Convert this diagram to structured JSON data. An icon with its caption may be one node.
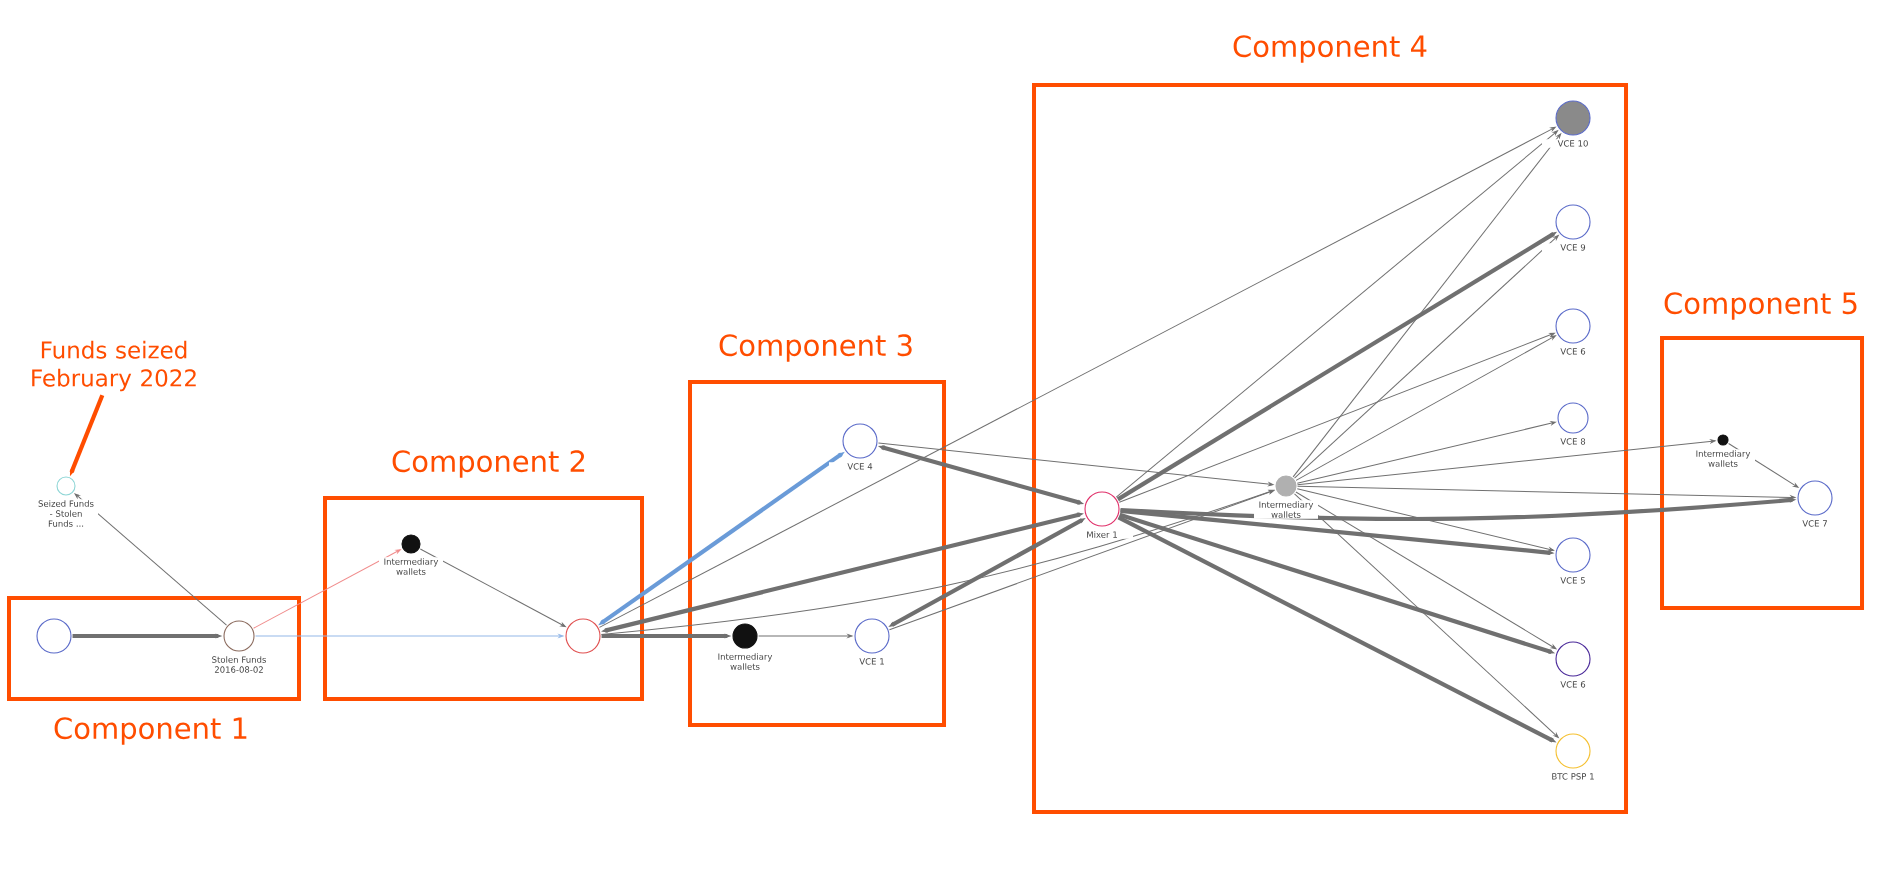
{
  "diagram": {
    "nodes": [
      {
        "text": [
          "Funds seized February 2022"
        ]
      },
      {
        "text": [
          "Seized Funds - Stolen Funds ..."
        ]
      },
      {
        "text": [
          "Component 1"
        ]
      },
      {
        "text": [],
        "shape": "circle",
        "in": 2
      },
      {
        "text": [
          "Stolen Funds 2016-08-02"
        ],
        "in": 2
      },
      {
        "text": [
          "Component 2"
        ]
      },
      {
        "text": [
          "Intermediary wallets"
        ],
        "in": 5
      },
      {
        "text": [],
        "shape": "circle",
        "in": 5
      },
      {
        "text": [
          "Component 3"
        ]
      },
      {
        "text": [
          "VCE 4"
        ],
        "in": 8
      },
      {
        "text": [
          "Intermediary wallets"
        ],
        "in": 8
      },
      {
        "text": [
          "VCE 1"
        ],
        "in": 8
      },
      {
        "text": [
          "Component 4"
        ]
      },
      {
        "text": [
          "Mixer 1"
        ],
        "in": 12
      },
      {
        "text": [
          "Intermediary wallets"
        ],
        "in": 12
      },
      {
        "text": [
          "VCE 10"
        ],
        "in": 12
      },
      {
        "text": [
          "VCE 9"
        ],
        "in": 12
      },
      {
        "text": [
          "VCE 6"
        ],
        "in": 12
      },
      {
        "text": [
          "VCE 8"
        ],
        "in": 12
      },
      {
        "text": [
          "VCE 5"
        ],
        "in": 12
      },
      {
        "text": [
          "VCE 6"
        ],
        "in": 12
      },
      {
        "text": [
          "BTC PSP 1"
        ],
        "in": 12
      },
      {
        "text": [
          "Component 5"
        ]
      },
      {
        "text": [
          "Intermediary wallets"
        ],
        "in": 22
      },
      {
        "text": [
          "VCE 7"
        ],
        "in": 22
      }
    ],
    "edges": [
      {
        "from": 0,
        "to": 1,
        "arrow": "to",
        "style": "thick",
        "color": "#ff4d00"
      },
      {
        "from": 3,
        "to": 4,
        "arrow": "to",
        "style": "thick"
      },
      {
        "from": 4,
        "to": 1,
        "arrow": "to"
      },
      {
        "from": 4,
        "to": 6,
        "arrow": "to",
        "color": "#f08c8c"
      },
      {
        "from": 4,
        "to": 7,
        "arrow": "to",
        "color": "#94b8e8"
      },
      {
        "from": 6,
        "to": 7,
        "arrow": "to"
      },
      {
        "from": 7,
        "to": 9,
        "arrow": "both",
        "style": "thick",
        "color": "#6a9bd8"
      },
      {
        "from": 7,
        "to": 10,
        "arrow": "to",
        "style": "thick"
      },
      {
        "from": 10,
        "to": 11,
        "arrow": "to"
      },
      {
        "from": 7,
        "to": 13,
        "arrow": "both",
        "style": "thick"
      },
      {
        "from": 7,
        "to": 14,
        "arrow": "to"
      },
      {
        "from": 7,
        "to": 15,
        "arrow": "to"
      },
      {
        "from": 13,
        "to": 9,
        "arrow": "both",
        "style": "thick"
      },
      {
        "from": 9,
        "to": 14,
        "arrow": "to"
      },
      {
        "from": 11,
        "to": 13,
        "arrow": "both",
        "style": "thick"
      },
      {
        "from": 11,
        "to": 14,
        "arrow": "to"
      },
      {
        "from": 13,
        "to": 15,
        "arrow": "to"
      },
      {
        "from": 13,
        "to": 16,
        "arrow": "to",
        "style": "thick"
      },
      {
        "from": 14,
        "to": 15,
        "arrow": "to"
      },
      {
        "from": 14,
        "to": 16,
        "arrow": "to"
      },
      {
        "from": 13,
        "to": 17,
        "arrow": "to"
      },
      {
        "from": 14,
        "to": 17,
        "arrow": "to"
      },
      {
        "from": 14,
        "to": 18,
        "arrow": "to"
      },
      {
        "from": 14,
        "to": 23,
        "arrow": "to"
      },
      {
        "from": 14,
        "to": 24,
        "arrow": "to"
      },
      {
        "from": 13,
        "to": 24,
        "arrow": "to",
        "style": "thick"
      },
      {
        "from": 13,
        "to": 19,
        "arrow": "to",
        "style": "thick"
      },
      {
        "from": 14,
        "to": 19,
        "arrow": "to"
      },
      {
        "from": 13,
        "to": 20,
        "arrow": "to",
        "style": "thick"
      },
      {
        "from": 14,
        "to": 20,
        "arrow": "to"
      },
      {
        "from": 13,
        "to": 21,
        "arrow": "to",
        "style": "thick"
      },
      {
        "from": 14,
        "to": 21,
        "arrow": "to"
      },
      {
        "from": 23,
        "to": 24,
        "arrow": "to"
      }
    ]
  }
}
